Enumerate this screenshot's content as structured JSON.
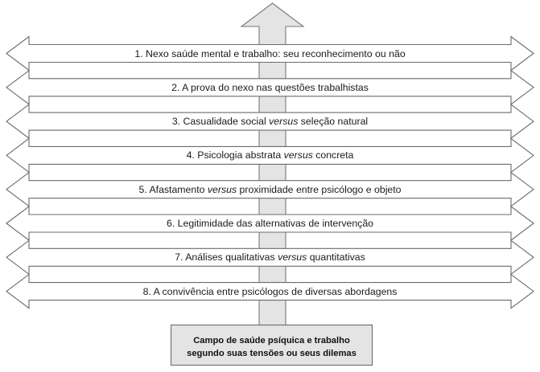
{
  "diagram": {
    "type": "layered-arrow-diagram",
    "orientation": "vertical-converging",
    "colors": {
      "page_background": "#ffffff",
      "arrow_fill": "#ffffff",
      "arrow_stroke": "#6b6b6b",
      "vertical_arrow_fill": "#e4e4e4",
      "vertical_arrow_stroke": "#7a7a7a",
      "outcome_box_fill": "#e4e4e4",
      "outcome_box_stroke": "#6b6b6b",
      "text_color": "#1a1a1a"
    },
    "tension_arrows": [
      {
        "index": 1,
        "number": "1.",
        "text_before": "1. Nexo saúde mental e trabalho: seu reconhecimento ou não",
        "emphasis": "",
        "text_after": "",
        "arrowheads": "both"
      },
      {
        "index": 2,
        "number": "2.",
        "text_before": "2. A prova do nexo nas questões trabalhistas",
        "emphasis": "",
        "text_after": "",
        "arrowheads": "both"
      },
      {
        "index": 3,
        "number": "3.",
        "text_before": "3. Casualidade social ",
        "emphasis": "versus",
        "text_after": " seleção natural",
        "arrowheads": "both"
      },
      {
        "index": 4,
        "number": "4.",
        "text_before": "4. Psicologia abstrata ",
        "emphasis": "versus",
        "text_after": " concreta",
        "arrowheads": "both"
      },
      {
        "index": 5,
        "number": "5.",
        "text_before": "5. Afastamento ",
        "emphasis": "versus",
        "text_after": " proximidade entre psicólogo e objeto",
        "arrowheads": "both"
      },
      {
        "index": 6,
        "number": "6.",
        "text_before": "6. Legitimidade das alternativas de intervenção",
        "emphasis": "",
        "text_after": "",
        "arrowheads": "both"
      },
      {
        "index": 7,
        "number": "7.",
        "text_before": "7. Análises qualitativas ",
        "emphasis": "versus",
        "text_after": " quantitativas",
        "arrowheads": "both"
      },
      {
        "index": 8,
        "number": "8.",
        "text_before": "8. A convivência entre psicólogos de diversas abordagens",
        "emphasis": "",
        "text_after": "",
        "arrowheads": "both"
      }
    ],
    "outcome_box": {
      "line1": "Campo de saúde psíquica e trabalho",
      "line2": "segundo suas tensões ou seus dilemas"
    },
    "vertical_arrow": {
      "direction": "up",
      "label": ""
    }
  }
}
